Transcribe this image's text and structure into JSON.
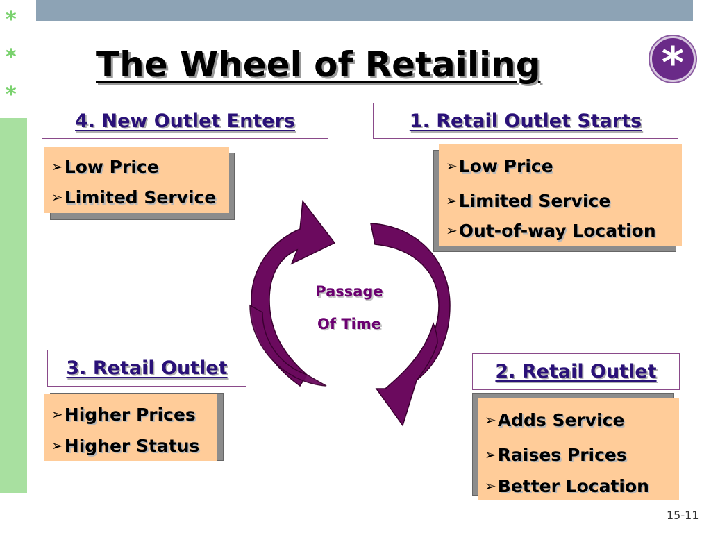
{
  "slide": {
    "title": "The Wheel of Retailing",
    "badge_symbol": "*",
    "side_stars": [
      "*",
      "*",
      "*"
    ],
    "page_number": "15-11",
    "center_text": [
      "Passage",
      "Of Time"
    ]
  },
  "stages": [
    {
      "heading": "4. New Outlet Enters",
      "bullets": [
        "Low Price",
        "Limited Service"
      ]
    },
    {
      "heading": "1. Retail Outlet Starts",
      "bullets": [
        "Low Price",
        "Limited Service",
        "Out-of-way Location"
      ]
    },
    {
      "heading": "3. Retail Outlet",
      "bullets": [
        "Higher Prices",
        "Higher Status"
      ]
    },
    {
      "heading": "2. Retail Outlet",
      "bullets": [
        "Adds Service",
        "Raises Prices",
        "Better Location"
      ]
    }
  ],
  "colors": {
    "top_bar": "#8da3b5",
    "side_bar": "#a8e0a0",
    "heading_text": "#2a1178",
    "bullet_box": "#ffcc99",
    "arrow_fill": "#6b0a5e",
    "center_text": "#6b0070"
  },
  "icons": {
    "bullet": "arrowhead-bullet-icon",
    "cycle": "curved-cycle-arrows-icon",
    "badge": "asterisk-icon"
  }
}
